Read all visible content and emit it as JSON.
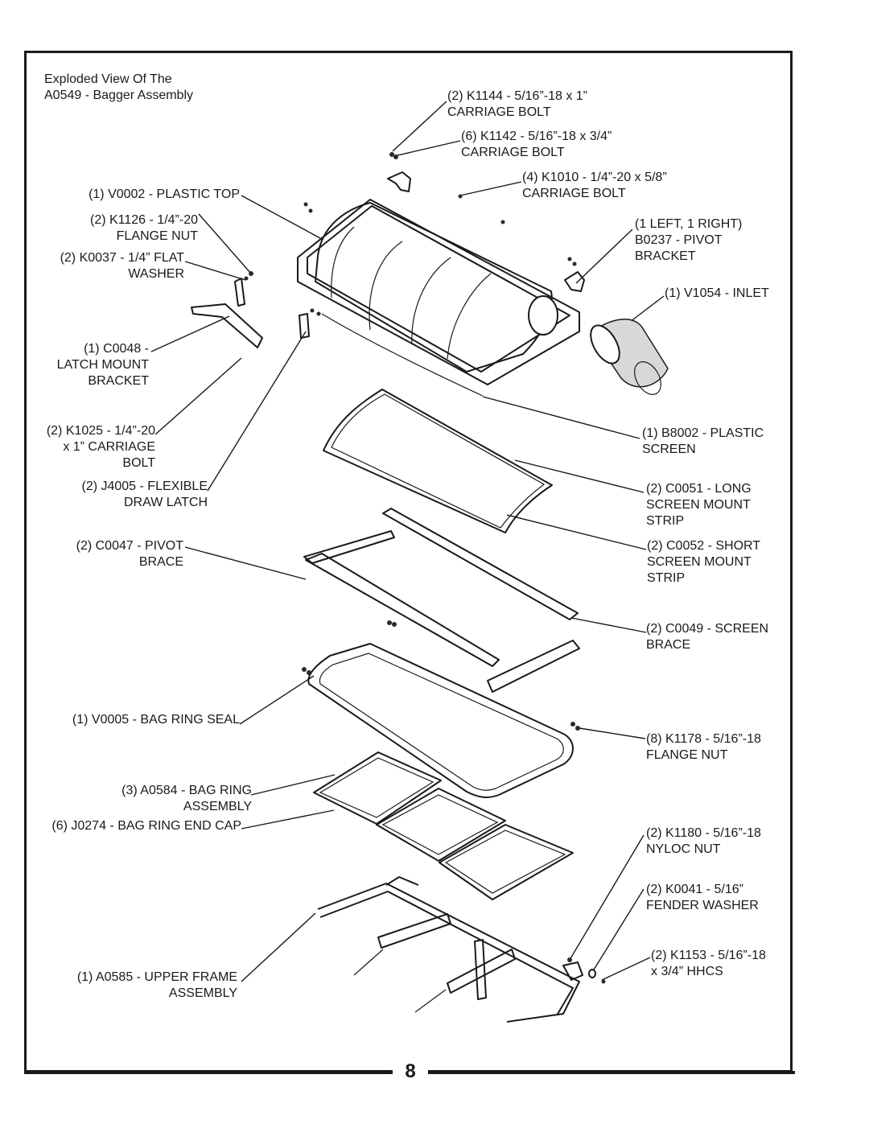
{
  "title": {
    "line1": "Exploded View Of The",
    "line2": "A0549 - Bagger Assembly"
  },
  "page_number": "8",
  "callouts": {
    "k1144": [
      "(2) K1144 - 5/16”-18 x 1”",
      "CARRIAGE BOLT"
    ],
    "k1142": [
      "(6) K1142 - 5/16”-18 x 3/4”",
      "CARRIAGE BOLT"
    ],
    "k1010": [
      "(4) K1010 - 1/4”-20 x 5/8”",
      "CARRIAGE BOLT"
    ],
    "v0002": [
      "(1) V0002 - PLASTIC TOP"
    ],
    "k1126": [
      "(2) K1126 - 1/4”-20",
      "FLANGE NUT"
    ],
    "k0037": [
      "(2) K0037 - 1/4” FLAT",
      "WASHER"
    ],
    "b0237": [
      "(1 LEFT, 1 RIGHT)",
      "B0237 - PIVOT",
      "BRACKET"
    ],
    "v1054": [
      "(1) V1054 - INLET"
    ],
    "c0048": [
      "(1) C0048 -",
      "LATCH MOUNT",
      "BRACKET"
    ],
    "k1025": [
      "(2) K1025 - 1/4”-20",
      "x 1” CARRIAGE",
      "BOLT"
    ],
    "b8002": [
      "(1) B8002 - PLASTIC",
      "SCREEN"
    ],
    "j4005": [
      "(2) J4005 - FLEXIBLE",
      "DRAW LATCH"
    ],
    "c0051": [
      "(2) C0051 - LONG",
      "SCREEN MOUNT",
      "STRIP"
    ],
    "c0047": [
      "(2) C0047 - PIVOT",
      "BRACE"
    ],
    "c0052": [
      "(2) C0052 - SHORT",
      "SCREEN MOUNT",
      "STRIP"
    ],
    "c0049": [
      "(2) C0049 - SCREEN",
      "BRACE"
    ],
    "v0005": [
      "(1) V0005 - BAG RING SEAL"
    ],
    "k1178": [
      "(8) K1178 - 5/16”-18",
      "FLANGE NUT"
    ],
    "a0584": [
      "(3) A0584 - BAG RING",
      "ASSEMBLY"
    ],
    "j0274": [
      "(6) J0274 - BAG RING END CAP"
    ],
    "k1180": [
      "(2) K1180 - 5/16”-18",
      "NYLOC NUT"
    ],
    "k0041": [
      "(2) K0041 - 5/16”",
      "FENDER WASHER"
    ],
    "k1153": [
      "(2) K1153 - 5/16”-18",
      "x 3/4” HHCS"
    ],
    "a0585": [
      "(1) A0585 - UPPER FRAME",
      "ASSEMBLY"
    ]
  }
}
